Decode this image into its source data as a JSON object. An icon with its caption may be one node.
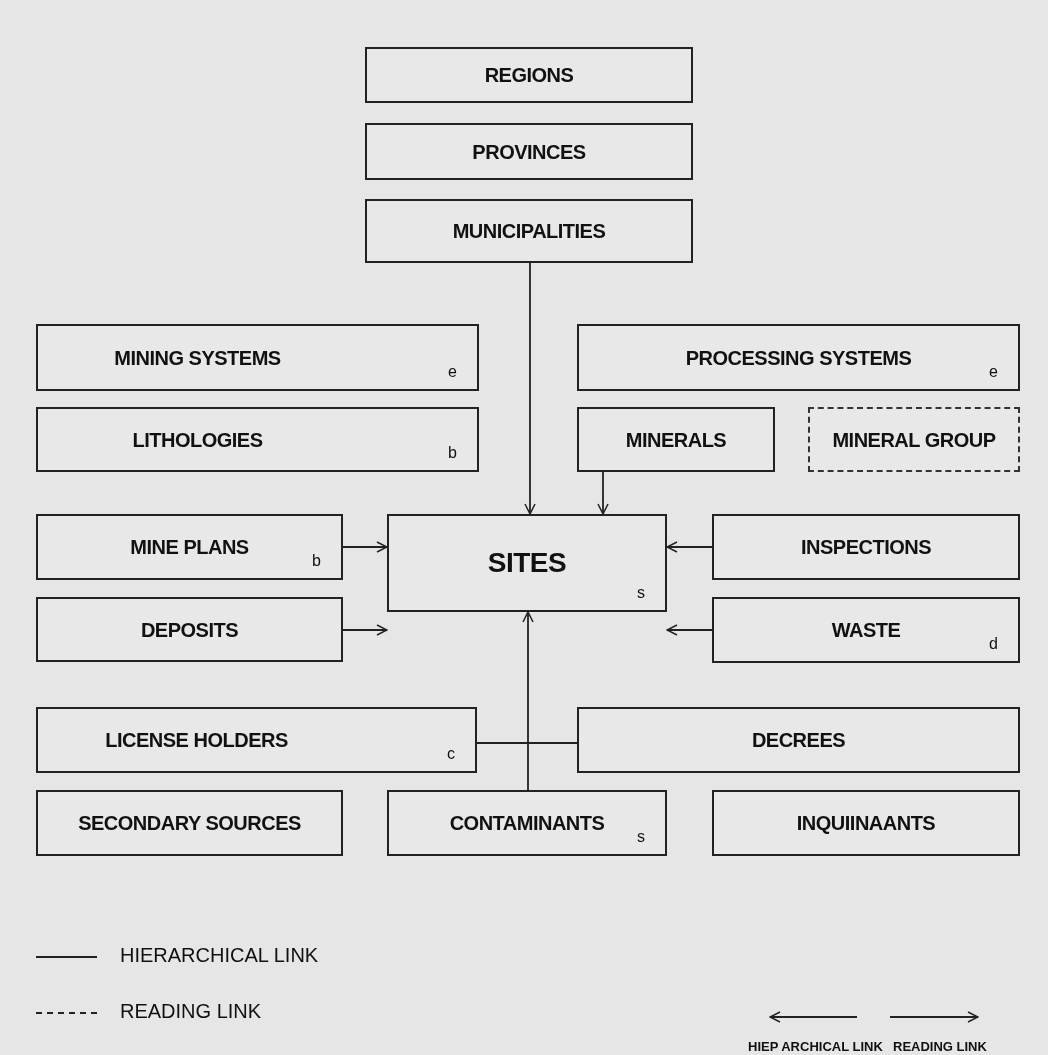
{
  "diagram": {
    "nodes": [
      {
        "text": [
          "REGIONS"
        ]
      },
      {
        "text": [
          "PROVINCES"
        ]
      },
      {
        "text": [
          "MUNICIPALITIES"
        ]
      },
      {
        "text": [
          "MINING SYSTEMS",
          "e"
        ]
      },
      {
        "text": [
          "PROCESSING SYSTEMS",
          "e"
        ]
      },
      {
        "text": [
          "LITHOLOGIES",
          "b"
        ]
      },
      {
        "text": [
          "MINERALS"
        ]
      },
      {
        "text": [
          "MINERAL GROUP"
        ]
      },
      {
        "text": [
          "MINE PLANS",
          "b"
        ]
      },
      {
        "text": [
          "SITES",
          "s"
        ]
      },
      {
        "text": [
          "INSPECTIONS"
        ]
      },
      {
        "text": [
          "DEPOSITS"
        ]
      },
      {
        "text": [
          "WASTE",
          "d"
        ]
      },
      {
        "text": [
          "LICENSE HOLDERS",
          "c"
        ]
      },
      {
        "text": [
          "DECREES"
        ]
      },
      {
        "text": [
          "SECONDARY SOURCES"
        ]
      },
      {
        "text": [
          "CONTAMINANTS",
          "s"
        ]
      },
      {
        "text": [
          "INQUIINAANTS"
        ]
      }
    ],
    "edges": [
      {
        "from": 2,
        "to": 9,
        "arrow": "to"
      },
      {
        "from": 6,
        "to": 9,
        "arrow": "to"
      },
      {
        "from": 8,
        "to": 9,
        "arrow": "to"
      },
      {
        "from": 11,
        "to": 9,
        "arrow": "to"
      },
      {
        "from": 10,
        "to": 9,
        "arrow": "to"
      },
      {
        "from": 12,
        "to": 9,
        "arrow": "to"
      },
      {
        "from": 16,
        "to": 9,
        "arrow": "to"
      },
      {
        "from": 13,
        "to": 14,
        "arrow": "none"
      }
    ],
    "legend": [
      {
        "text": "HIERARCHICAL LINK"
      },
      {
        "text": "READING LINK"
      },
      {
        "text": "HIEP ARCHICAL LINK"
      },
      {
        "text": "READING LINK"
      }
    ]
  }
}
